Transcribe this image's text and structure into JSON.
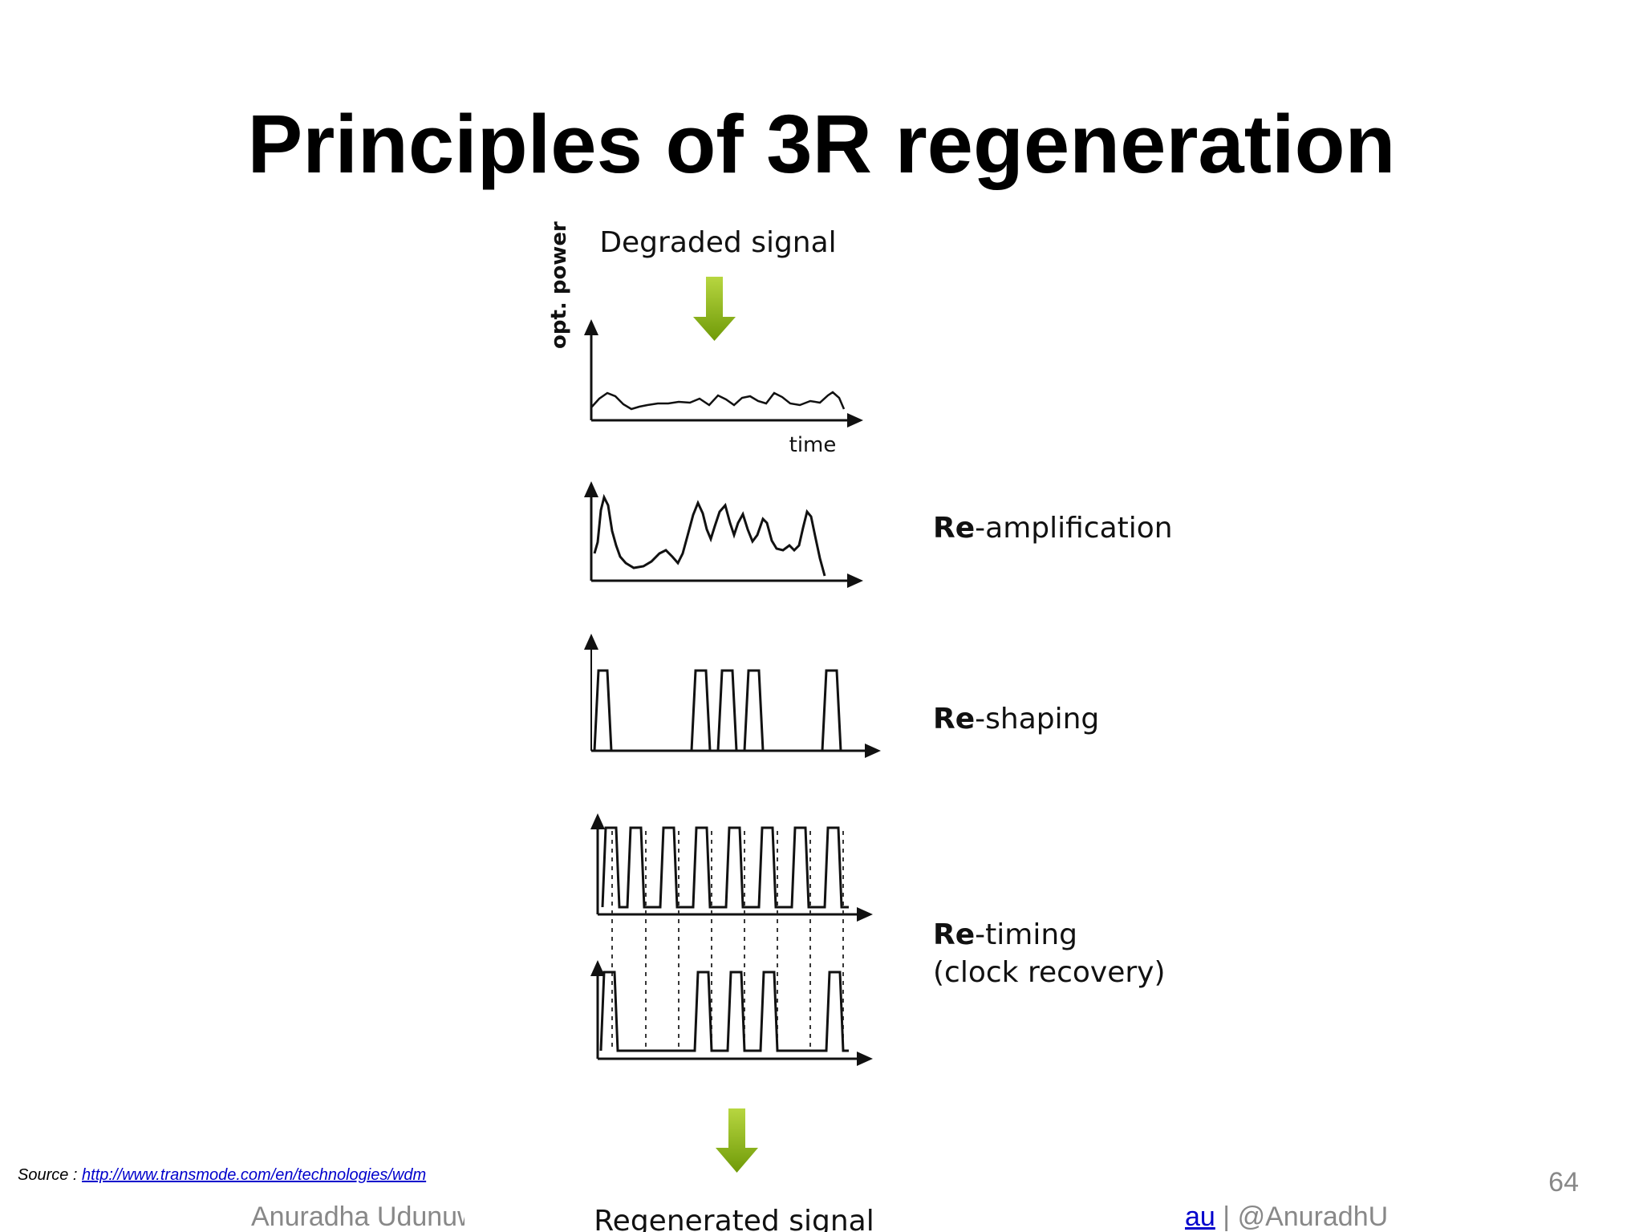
{
  "slide": {
    "title": "Principles of 3R regeneration",
    "page_number": "64"
  },
  "diagram": {
    "top_label": "Degraded signal",
    "bottom_label": "Regenerated signal",
    "y_axis_label": "opt. power",
    "x_axis_label": "time",
    "stages": [
      {
        "bold": "Re",
        "rest": "-amplification",
        "note": ""
      },
      {
        "bold": "Re",
        "rest": "-shaping",
        "note": ""
      },
      {
        "bold": "Re",
        "rest": "-timing",
        "note": "(clock recovery)"
      }
    ],
    "arrow_color": "#8cb60f",
    "line_color": "#111111"
  },
  "source": {
    "prefix": "Source : ",
    "link": "http://www.transmode.com/en/technologies/wdm"
  },
  "footer": {
    "author": "Anuradha Udunuwara",
    "link": "au",
    "separator": " | ",
    "handle": "@AnuradhU"
  }
}
